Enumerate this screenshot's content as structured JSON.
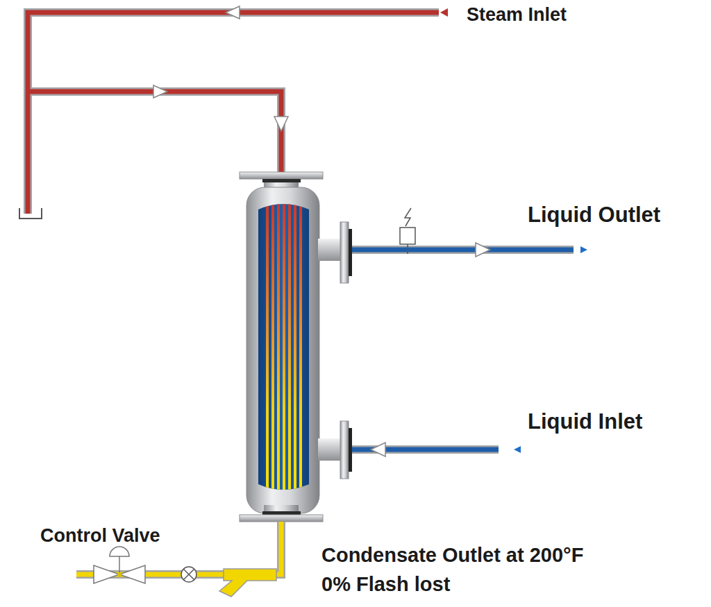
{
  "diagram": {
    "labels": [
      "Steam Inlet",
      "Liquid Outlet",
      "Liquid Inlet",
      "Control Valve",
      "Condensate Outlet at 200°F",
      "0% Flash lost"
    ]
  }
}
